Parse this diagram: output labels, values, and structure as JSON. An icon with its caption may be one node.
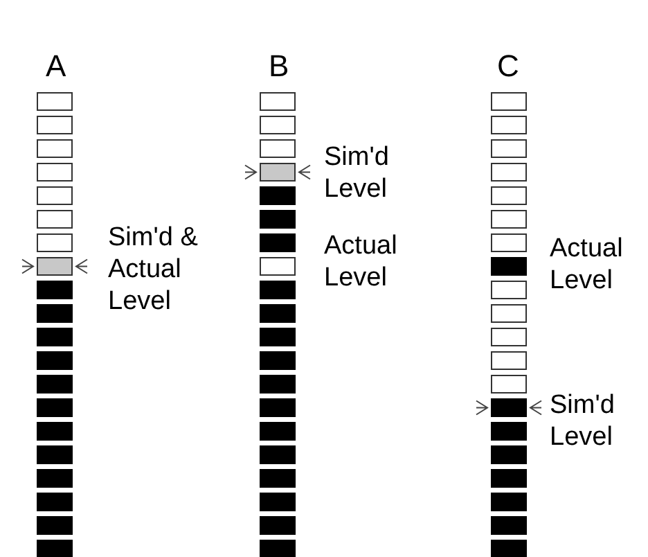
{
  "diagram": {
    "labels": [
      "A",
      "B",
      "C",
      "Sim'd & Actual Level",
      "Sim'd Level",
      "Actual Level",
      "Actual Level",
      "Sim'd Level"
    ]
  }
}
